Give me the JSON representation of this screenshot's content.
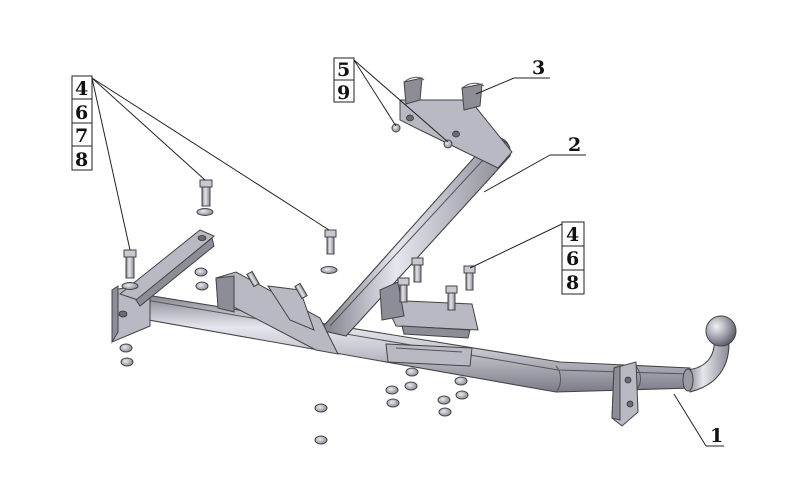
{
  "callouts": {
    "part_1": "1",
    "part_2": "2",
    "part_3": "3",
    "group_left": [
      "4",
      "6",
      "7",
      "8"
    ],
    "group_top": [
      "5",
      "9"
    ],
    "group_right": [
      "4",
      "6",
      "8"
    ]
  },
  "colors": {
    "background": "#ffffff",
    "steel_light": "#e6e6ee",
    "steel_mid": "#b4b4c0",
    "steel_dark": "#7c7c88",
    "line": "#222222"
  }
}
